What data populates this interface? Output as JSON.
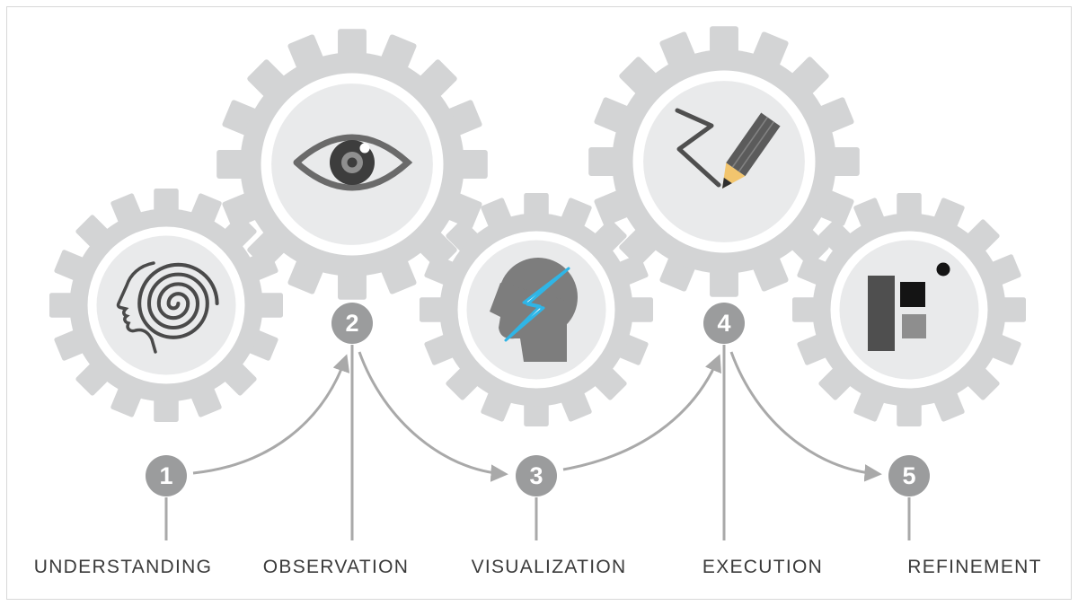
{
  "diagram": {
    "type": "process-gears",
    "steps": [
      {
        "number": "1",
        "label": "UNDERSTANDING",
        "icon": "face-spiral-icon"
      },
      {
        "number": "2",
        "label": "OBSERVATION",
        "icon": "eye-icon"
      },
      {
        "number": "3",
        "label": "VISUALIZATION",
        "icon": "head-lightning-icon"
      },
      {
        "number": "4",
        "label": "EXECUTION",
        "icon": "pencil-zigzag-icon"
      },
      {
        "number": "5",
        "label": "REFINEMENT",
        "icon": "abstract-shapes-icon"
      }
    ],
    "connections": [
      {
        "from": "1",
        "to": "2"
      },
      {
        "from": "2",
        "to": "3"
      },
      {
        "from": "3",
        "to": "4"
      },
      {
        "from": "4",
        "to": "5"
      }
    ]
  },
  "colors": {
    "background": "#ffffff",
    "gear-body": "#d3d4d5",
    "gear-ring": "#ffffff",
    "gear-inner": "#e9eaeb",
    "step-circle": "#9b9c9d",
    "connector": "#a9a9a9",
    "label-text": "#3a3a3a",
    "icon-dark": "#4f4f4f",
    "bolt-cyan": "#2fb5e6",
    "pencil-wood": "#f2c56e"
  }
}
